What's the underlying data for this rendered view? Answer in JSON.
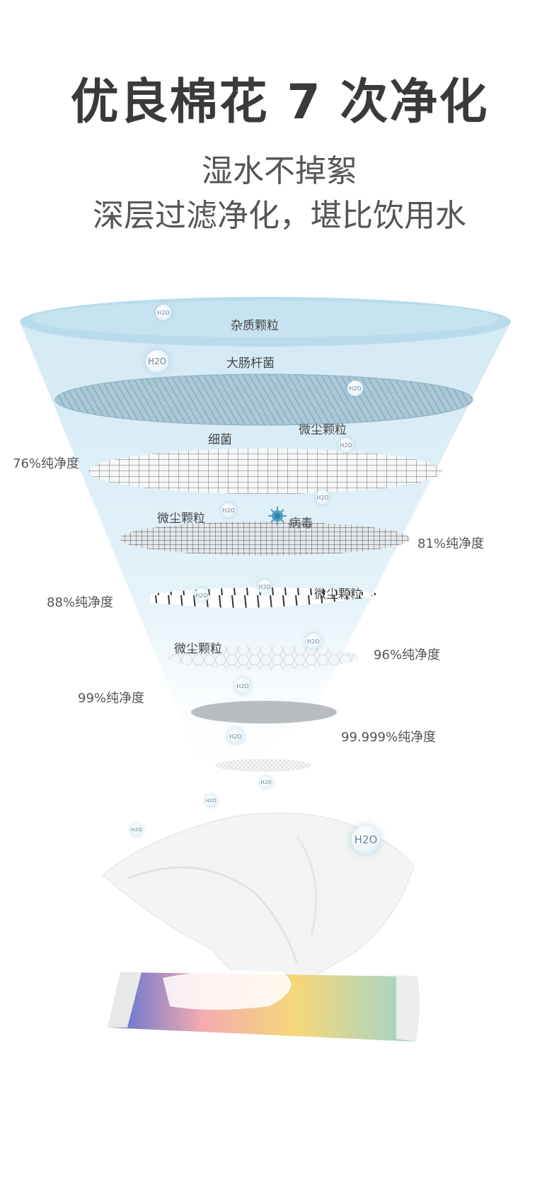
{
  "header": {
    "title": "优良棉花 7 次净化",
    "subtitle_line1": "湿水不掉絮",
    "subtitle_line2": "深层过滤净化，堪比饮用水"
  },
  "funnel": {
    "layer_labels": {
      "impurities": "杂质颗粒",
      "ecoli": "大肠杆菌",
      "dust1": "微尘颗粒",
      "bacteria": "细菌",
      "dust2": "微尘颗粒",
      "virus": "病毒",
      "dust3": "微尘颗粒",
      "dust4": "微尘颗粒"
    },
    "purity_labels": {
      "p76": "76%纯净度",
      "p81": "81%纯净度",
      "p88": "88%纯净度",
      "p96": "96%纯净度",
      "p99": "99%纯净度",
      "p99999": "99.999%纯净度"
    },
    "molecule_label": "H2O"
  },
  "colors": {
    "funnel_blue": "#cfe6f2",
    "rim_blue": "#b9dcec",
    "title_gray": "#3a3a3a"
  }
}
